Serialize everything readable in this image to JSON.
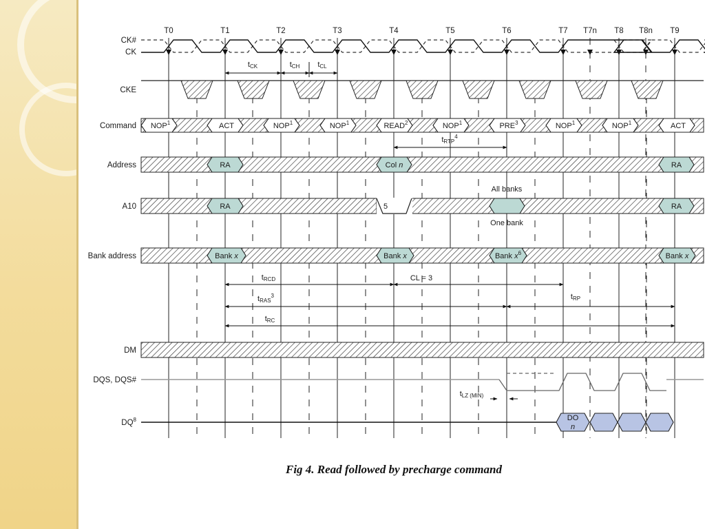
{
  "caption": "Fig 4. Read followed by precharge command",
  "clock_labels": [
    "CK#",
    "CK"
  ],
  "ticks": [
    "T0",
    "T1",
    "T2",
    "T3",
    "T4",
    "T5",
    "T6",
    "T7",
    "T7n",
    "T8",
    "T8n",
    "T9"
  ],
  "signal_labels": {
    "cke": "CKE",
    "command": "Command",
    "address": "Address",
    "a10": "A10",
    "bank": "Bank address",
    "dm": "DM",
    "dqs": "DQS, DQS#",
    "dq": "DQ",
    "dq_sup": "8"
  },
  "command_cells": [
    {
      "text": "NOP",
      "sup": "1"
    },
    {
      "text": "ACT",
      "sup": ""
    },
    {
      "text": "NOP",
      "sup": "1"
    },
    {
      "text": "NOP",
      "sup": "1"
    },
    {
      "text": "READ",
      "sup": "2"
    },
    {
      "text": "NOP",
      "sup": "1"
    },
    {
      "text": "PRE",
      "sup": "3"
    },
    {
      "text": "NOP",
      "sup": "1"
    },
    {
      "text": "NOP",
      "sup": "1"
    },
    {
      "text": "ACT",
      "sup": ""
    }
  ],
  "address_cells": [
    {
      "text": "RA",
      "italic": ""
    },
    {
      "text": "Col ",
      "italic": "n"
    },
    {
      "text": "RA",
      "italic": ""
    }
  ],
  "a10_cells": [
    {
      "text": "RA"
    },
    {
      "text": "RA"
    }
  ],
  "a10_note": "5",
  "a10_all_banks": "All banks",
  "a10_one_bank": "One bank",
  "bank_cells": [
    {
      "text": "Bank ",
      "italic": "x",
      "sup": ""
    },
    {
      "text": "Bank ",
      "italic": "x",
      "sup": ""
    },
    {
      "text": "Bank ",
      "italic": "x",
      "sup": "6"
    },
    {
      "text": "Bank ",
      "italic": "x",
      "sup": ""
    }
  ],
  "dq_cell": {
    "top": "DO",
    "bottom": "n"
  },
  "timing": {
    "tck": {
      "t": "t",
      "sub": "CK"
    },
    "tch": {
      "t": "t",
      "sub": "CH"
    },
    "tcl": {
      "t": "t",
      "sub": "CL"
    },
    "trtp": {
      "t": "t",
      "sub": "RTP",
      "sup": "4"
    },
    "trcd": {
      "t": "t",
      "sub": "RCD"
    },
    "cl": "CL = 3",
    "tras": {
      "t": "t",
      "sub": "RAS",
      "sup": "3"
    },
    "trp": {
      "t": "t",
      "sub": "RP"
    },
    "trc": {
      "t": "t",
      "sub": "RC"
    },
    "tlz": {
      "t": "t",
      "sub": "LZ (MIN)"
    }
  }
}
